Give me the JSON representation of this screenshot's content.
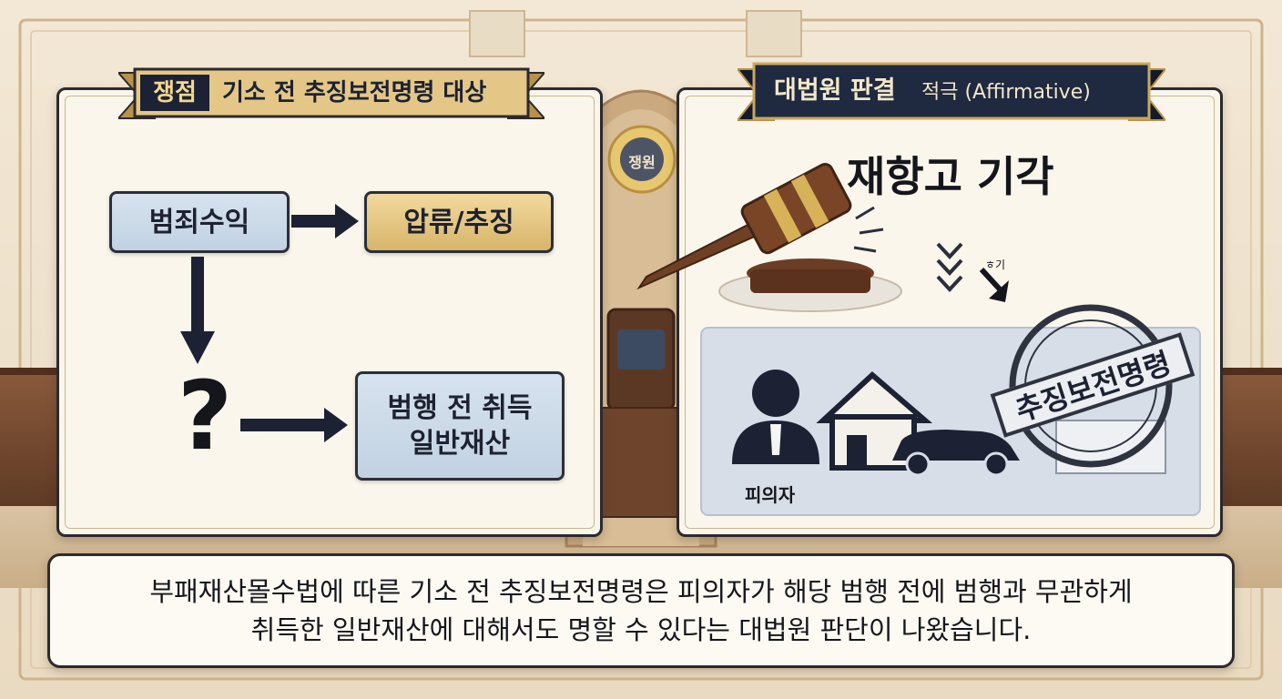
{
  "left_panel": {
    "ribbon_label": "쟁점",
    "ribbon_title": "기소 전 추징보전명령 대상",
    "box_proceeds": "범죄수익",
    "box_seizure": "압류/추징",
    "question_mark": "?",
    "box_general_property": "범행 전 취득\n일반재산"
  },
  "right_panel": {
    "ribbon_title": "대법원 판결",
    "ribbon_subtitle": "적극 (Affirmative)",
    "verdict": "재항고 기각",
    "small_mark": "ㅎ기",
    "stamp_text": "추징보전명령",
    "suspect_label": "피의자"
  },
  "court_emblem_text": "쟁원",
  "caption": {
    "line1": "부패재산몰수법에 따른 기소 전 추징보전명령은 피의자가 해당 범행 전에 범행과 무관하게",
    "line2": "취득한 일반재산에 대해서도 명할 수 있다는 대법원 판단이 나왔습니다."
  },
  "colors": {
    "navy": "#1c2233",
    "gold": "#d8b56a",
    "light_blue": "#c2d2e3",
    "parchment": "#fbf6ec"
  }
}
